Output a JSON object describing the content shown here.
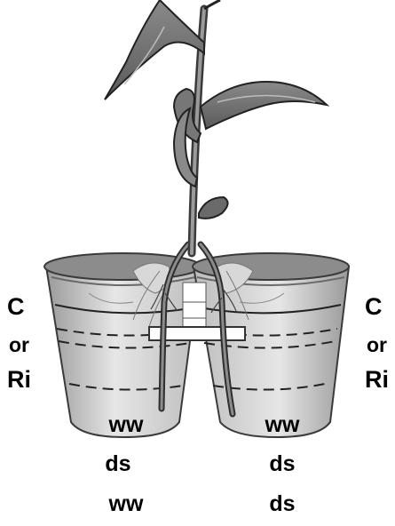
{
  "left_label": {
    "line1": "C",
    "line2": "or",
    "line3": "Ri"
  },
  "right_label": {
    "line1": "C",
    "line2": "or",
    "line3": "Ri"
  },
  "left_pot_conditions": [
    "ww",
    "ds",
    "ww"
  ],
  "right_pot_conditions": [
    "ww",
    "ds",
    "ds"
  ]
}
